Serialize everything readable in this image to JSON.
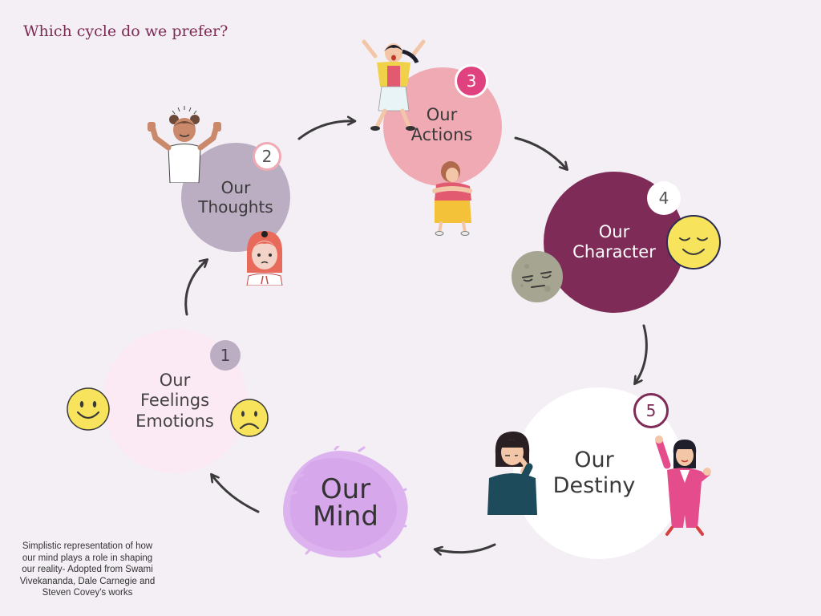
{
  "title": "Which cycle do we prefer?",
  "nodes": [
    {
      "number": "1",
      "label_lines": [
        "Our",
        "Feelings",
        "Emotions"
      ]
    },
    {
      "number": "2",
      "label_lines": [
        "Our",
        "Thoughts"
      ]
    },
    {
      "number": "3",
      "label_lines": [
        "Our",
        "Actions"
      ]
    },
    {
      "number": "4",
      "label_lines": [
        "Our",
        "Character"
      ]
    },
    {
      "number": "5",
      "label_lines": [
        "Our",
        "Destiny"
      ]
    }
  ],
  "center": {
    "label_lines": [
      "Our",
      "Mind"
    ]
  },
  "footnote": "Simplistic representation of how our mind plays a role in shaping our reality- Adopted from Swami Vivekananda, Dale Carnegie and Steven Covey's works",
  "colors": {
    "title": "#7d2a55",
    "feelings_circle": "#fbeaf3",
    "thoughts_circle": "#bcaec2",
    "actions_circle": "#efaab4",
    "character_circle": "#7f2b57",
    "destiny_circle": "#ffffff",
    "mind_blob": "#ddb3ef",
    "arrow": "#3b3b3b",
    "smiley": "#f7e45c"
  },
  "icons": [
    "happy-smiley-icon",
    "sad-smiley-icon",
    "content-smiley-icon",
    "unimpressed-face-icon",
    "thumbs-up-girl-illustration",
    "worried-girl-illustration",
    "jumping-woman-illustration",
    "sad-sitting-girl-illustration",
    "tired-woman-illustration",
    "celebrating-woman-illustration"
  ]
}
